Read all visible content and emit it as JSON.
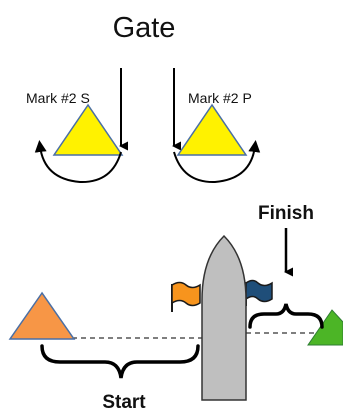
{
  "diagram": {
    "title": "Gate",
    "marks": {
      "starboard": "Mark #2 S",
      "port": "Mark #2 P"
    },
    "labels": {
      "finish": "Finish",
      "start": "Start"
    }
  },
  "colors": {
    "yellow_mark": "#FFF200",
    "orange_mark": "#F79646",
    "green_mark": "#4CB526",
    "orange_flag": "#F7941D",
    "blue_flag": "#1F4E79",
    "committee_boat": "#BFBFBF",
    "outline": "#4A6FA5"
  }
}
